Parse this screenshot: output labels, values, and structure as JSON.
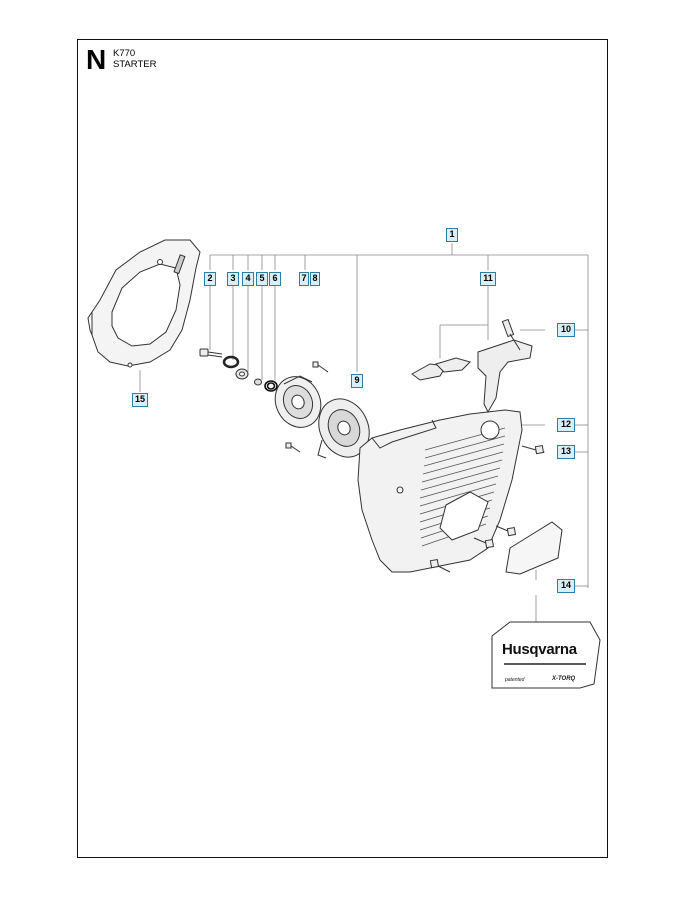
{
  "header": {
    "section_letter": "N",
    "model": "K770",
    "title": "STARTER"
  },
  "callouts": {
    "c1": "1",
    "c2": "2",
    "c3": "3",
    "c4": "4",
    "c5": "5",
    "c6": "6",
    "c7": "7",
    "c8": "8",
    "c9": "9",
    "c10": "10",
    "c11": "11",
    "c12": "12",
    "c13": "13",
    "c14": "14",
    "c15": "15"
  },
  "decal": {
    "brand": "Husqvarna",
    "left_text": "patented",
    "right_text": "X-TORQ"
  },
  "colors": {
    "callout_fill": "#d9eef6",
    "callout_border": "#2a7fa8",
    "line": "#777777",
    "part_stroke": "#333333",
    "part_fill": "#f4f4f4"
  }
}
